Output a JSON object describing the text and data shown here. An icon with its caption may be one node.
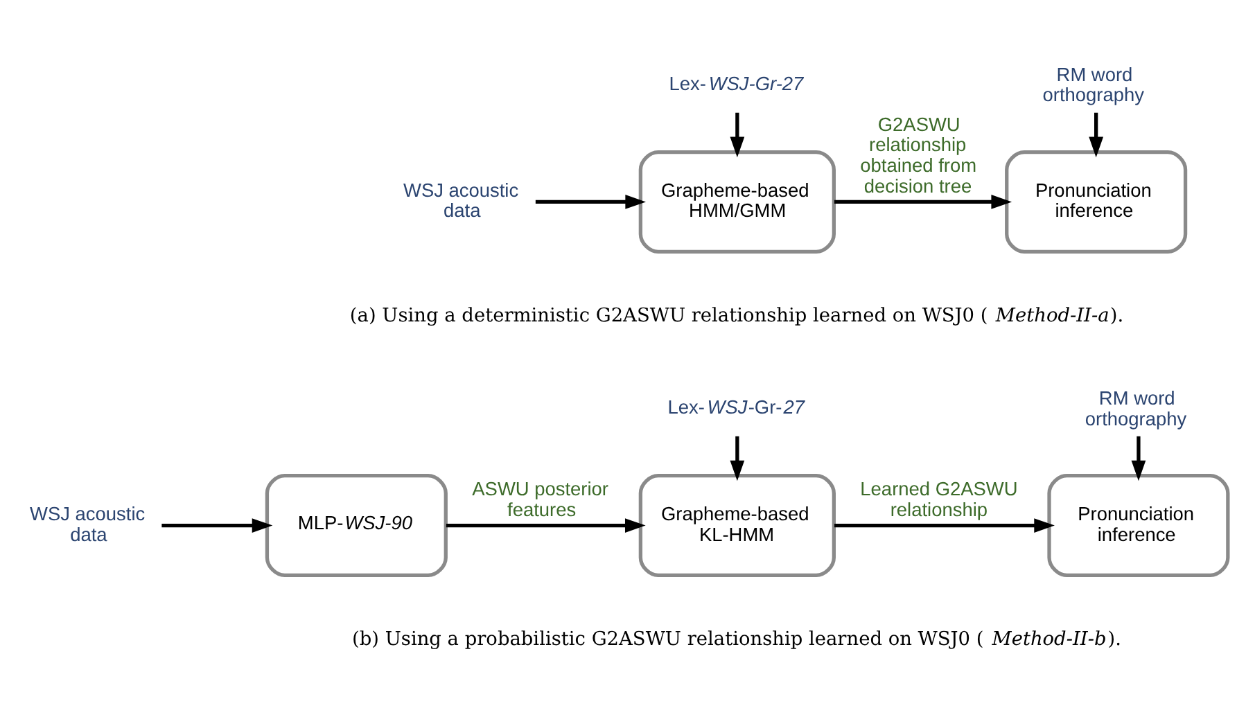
{
  "diagram": {
    "nodes": [
      {
        "text": [
          "WSJ acoustic data"
        ]
      },
      {
        "text": [
          "Lex-*WSJ-Gr-27*"
        ]
      },
      {
        "text": [
          "Grapheme-based HMM/GMM"
        ]
      },
      {
        "text": [
          "RM word orthography"
        ]
      },
      {
        "text": [
          "Pronunciation inference"
        ]
      },
      {
        "text": [
          "WSJ acoustic data"
        ]
      },
      {
        "text": [
          "MLP-*WSJ-90*"
        ]
      },
      {
        "text": [
          "Lex-*WSJ*-Gr-*27*"
        ]
      },
      {
        "text": [
          "Grapheme-based KL-HMM"
        ]
      },
      {
        "text": [
          "RM word orthography"
        ]
      },
      {
        "text": [
          "Pronunciation inference"
        ]
      }
    ],
    "edges": [
      {
        "from": 0,
        "to": 2,
        "arrow": "to"
      },
      {
        "from": 1,
        "to": 2,
        "arrow": "to"
      },
      {
        "from": 2,
        "to": 4,
        "arrow": "to",
        "label": "G2ASWU relationship obtained from decision tree"
      },
      {
        "from": 3,
        "to": 4,
        "arrow": "to"
      },
      {
        "from": 5,
        "to": 6,
        "arrow": "to"
      },
      {
        "from": 6,
        "to": 8,
        "arrow": "to",
        "label": "ASWU posterior features"
      },
      {
        "from": 7,
        "to": 8,
        "arrow": "to"
      },
      {
        "from": 8,
        "to": 10,
        "arrow": "to",
        "label": "Learned G2ASWU relationship"
      },
      {
        "from": 9,
        "to": 10,
        "arrow": "to"
      }
    ],
    "labels": [
      "(a) Using a deterministic G2ASWU relationship learned on WSJ0 (*Method-II-a*).",
      "(b) Using a probabilistic G2ASWU relationship learned on WSJ0 (*Method-II-b*)."
    ]
  }
}
